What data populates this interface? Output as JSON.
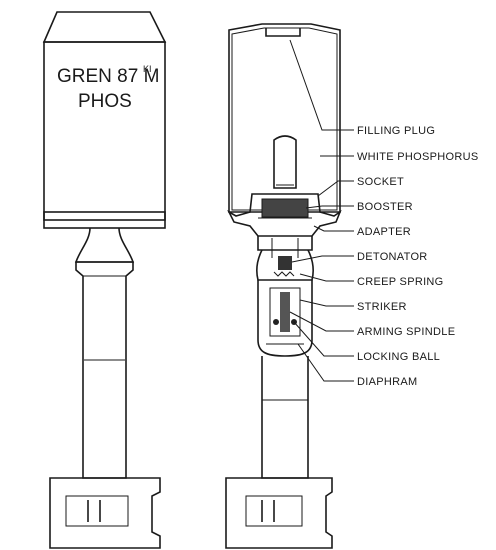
{
  "grenade_marking": {
    "line1": "GREN 87 M",
    "mark_superscript": "KI",
    "line2": "PHOS"
  },
  "labels": {
    "filling_plug": "FILLING PLUG",
    "white_phosphorus": "WHITE PHOSPHORUS",
    "socket": "SOCKET",
    "booster": "BOOSTER",
    "adapter": "ADAPTER",
    "detonator": "DETONATOR",
    "creep_spring": "CREEP SPRING",
    "striker": "STRIKER",
    "arming_spindle": "ARMING SPINDLE",
    "locking_ball": "LOCKING BALL",
    "diaphram": "DIAPHRAM"
  }
}
